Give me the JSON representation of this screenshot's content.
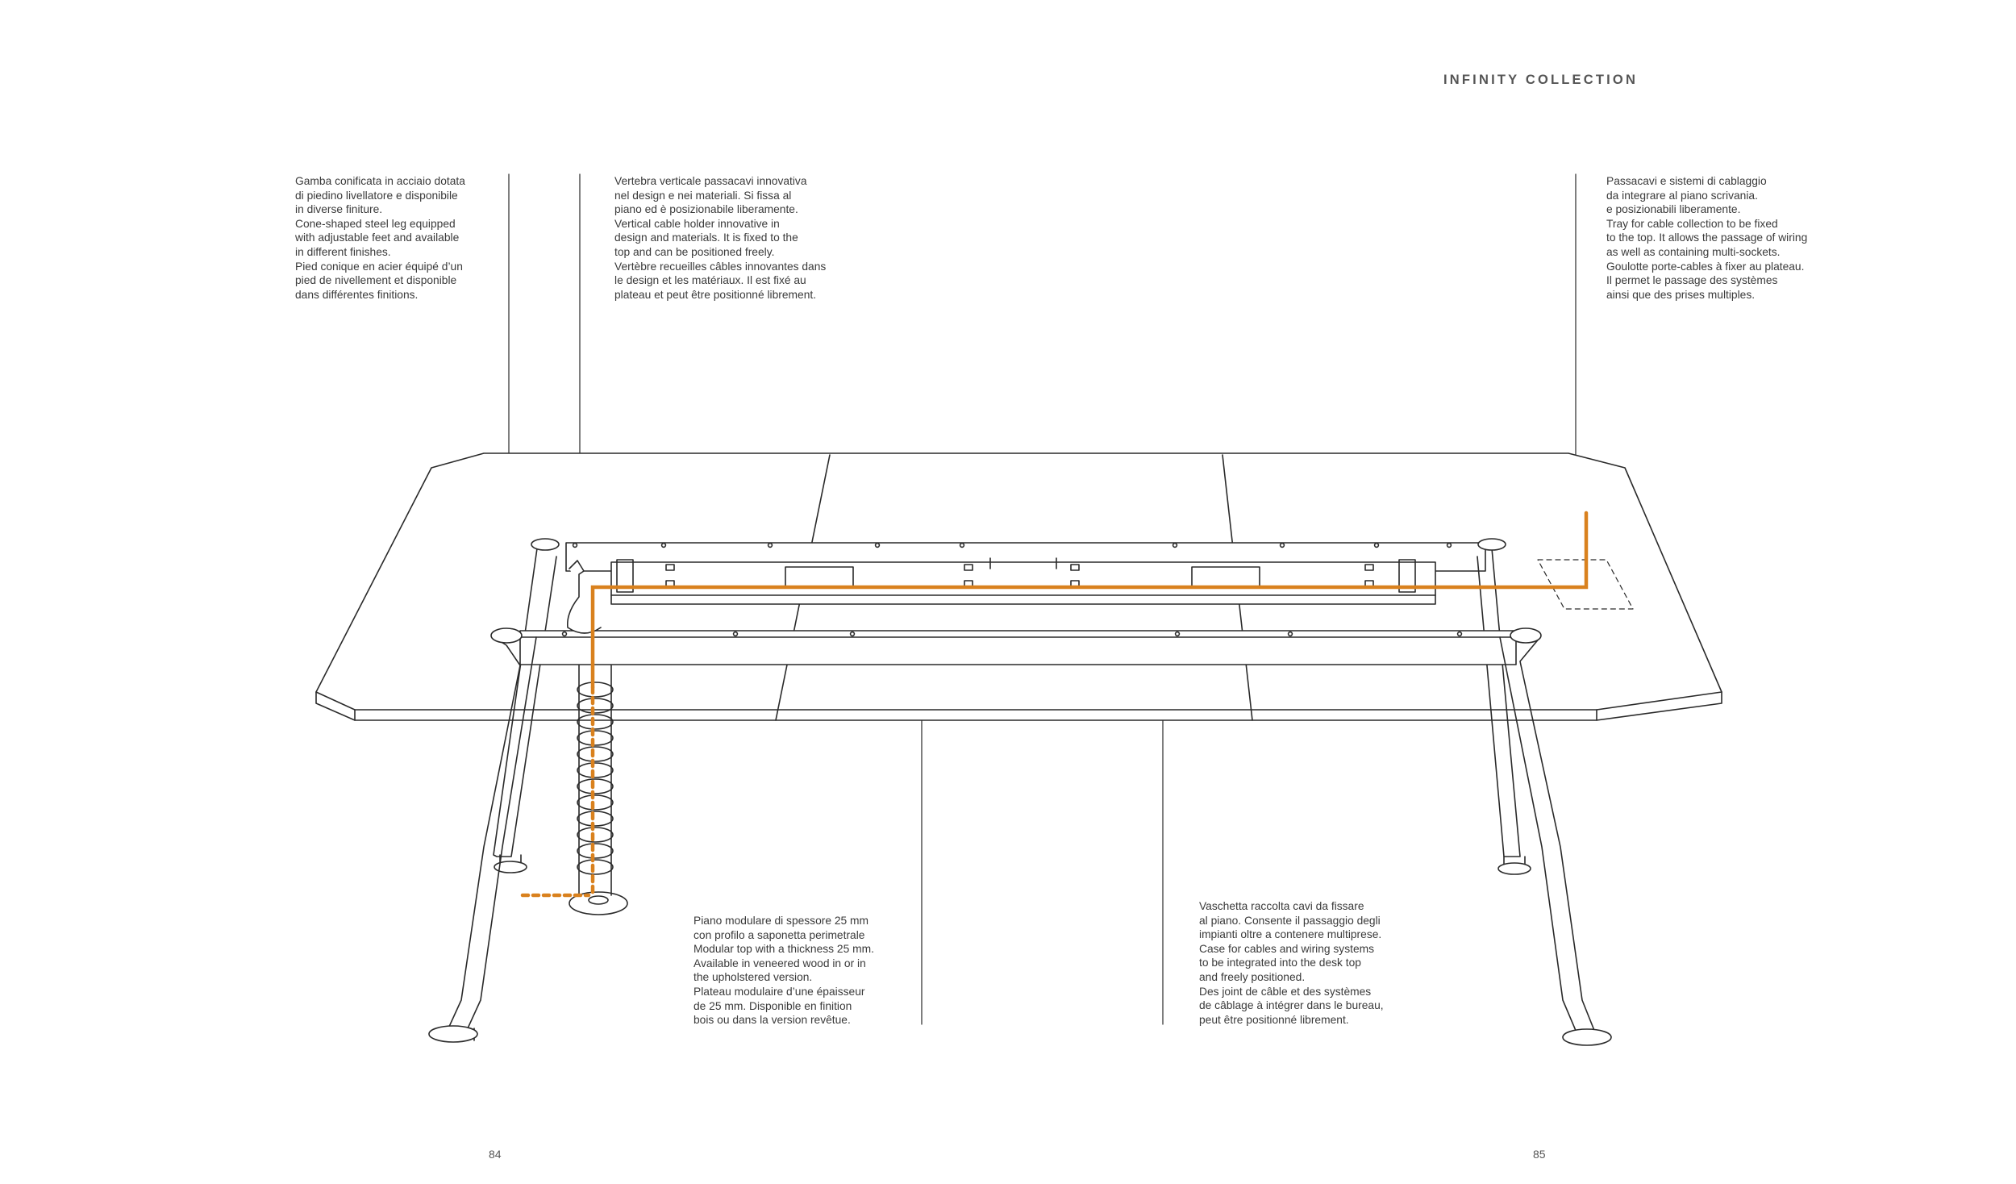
{
  "header": {
    "title": "INFINITY COLLECTION"
  },
  "notes": {
    "leg": [
      "Gamba conificata in acciaio dotata",
      "di piedino livellatore e disponibile",
      "in diverse finiture.",
      "Cone-shaped steel leg equipped",
      "with adjustable feet and available",
      "in different finishes.",
      "Pied conique en acier équipé d’un",
      "pied de nivellement et disponible",
      "dans différentes finitions."
    ],
    "vertebra": [
      "Vertebra verticale passacavi innovativa",
      "nel design e nei materiali. Si fissa al",
      "piano ed è posizionabile liberamente.",
      "Vertical cable holder innovative in",
      "design and materials. It is fixed to the",
      "top and can be positioned freely.",
      "Vertèbre recueilles câbles innovantes dans",
      "le design et les matériaux. Il est fixé au",
      "plateau et peut être positionné librement."
    ],
    "tray": [
      "Passacavi e sistemi di cablaggio",
      "da integrare al piano scrivania.",
      "e posizionabili liberamente.",
      "Tray for cable collection to be fixed",
      "to the top. It allows the passage of wiring",
      "as well as containing multi-sockets.",
      "Goulotte porte-cables  à fixer au plateau.",
      "Il permet le passage des systèmes",
      "ainsi que des prises multiples."
    ],
    "top": [
      "Piano modulare di spessore 25 mm",
      "con profilo a saponetta perimetrale",
      "Modular top with a thickness 25 mm.",
      "Available in veneered wood in or in",
      "the upholstered version.",
      "Plateau modulaire d’une épaisseur",
      "de 25 mm. Disponible en finition",
      "bois ou dans la version revêtue."
    ],
    "case": [
      "Vaschetta raccolta cavi da fissare",
      "al piano. Consente il passaggio degli",
      "impianti oltre a contenere multiprese.",
      "Case for cables and wiring systems",
      "to be integrated into the desk top",
      "and freely positioned.",
      "Des joint de câble et des systèmes",
      "de câblage à intégrer dans le bureau,",
      "peut être positionné librement."
    ]
  },
  "pages": {
    "left": "84",
    "right": "85"
  },
  "colors": {
    "line": "#2a2a2a",
    "cable": "#d9811e",
    "text": "#3a3a3a"
  }
}
